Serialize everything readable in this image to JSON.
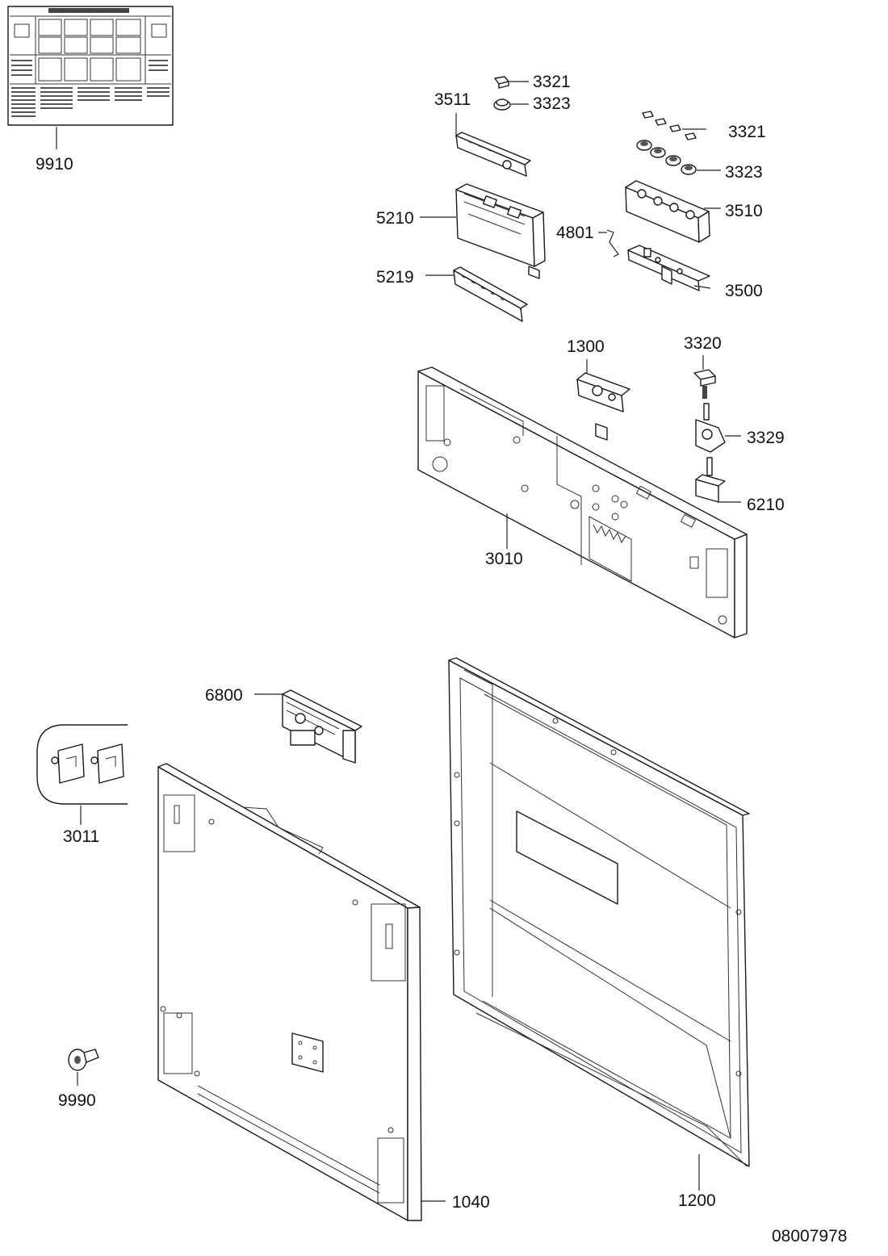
{
  "diagram": {
    "drawing_number": "08007978",
    "parts": {
      "p9910": "9910",
      "p3321a": "3321",
      "p3323a": "3323",
      "p3511": "3511",
      "p3321b": "3321",
      "p3323b": "3323",
      "p3510": "3510",
      "p5210": "5210",
      "p4801": "4801",
      "p5219": "5219",
      "p3500": "3500",
      "p1300": "1300",
      "p3320": "3320",
      "p3329": "3329",
      "p6210": "6210",
      "p3010": "3010",
      "p6800": "6800",
      "p3011": "3011",
      "p9990": "9990",
      "p1040": "1040",
      "p1200": "1200"
    }
  }
}
